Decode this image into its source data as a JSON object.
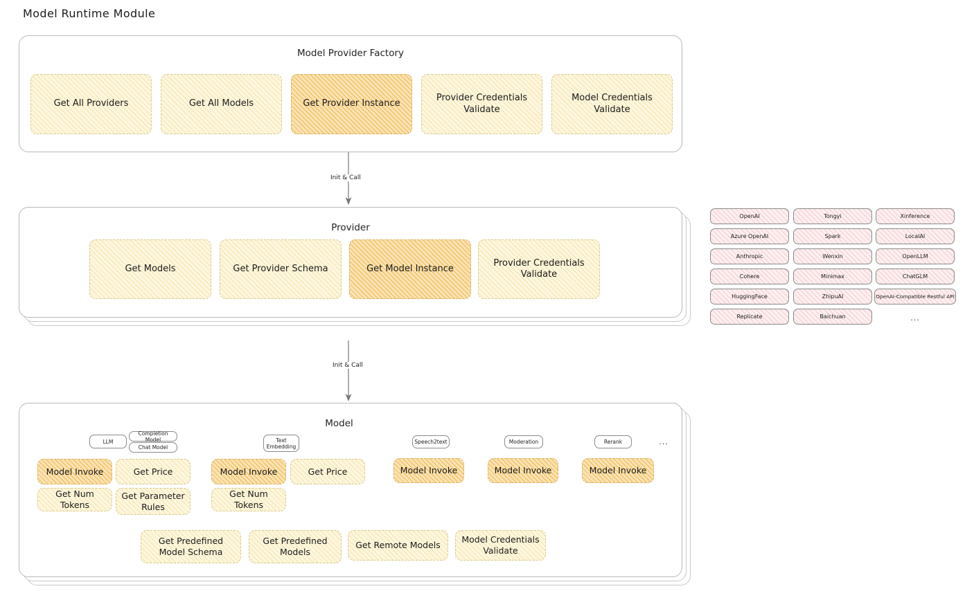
{
  "page": {
    "title": "Model Runtime Module"
  },
  "factory": {
    "title": "Model Provider Factory",
    "nodes": [
      {
        "label": "Get All Providers",
        "highlight": false
      },
      {
        "label": "Get All Models",
        "highlight": false
      },
      {
        "label": "Get Provider Instance",
        "highlight": true
      },
      {
        "label": "Provider Credentials Validate",
        "highlight": false
      },
      {
        "label": "Model Credentials Validate",
        "highlight": false
      }
    ]
  },
  "arrows": [
    {
      "label": "Init & Call"
    },
    {
      "label": "Init & Call"
    }
  ],
  "provider": {
    "title": "Provider",
    "nodes": [
      {
        "label": "Get Models",
        "highlight": false
      },
      {
        "label": "Get Provider Schema",
        "highlight": false
      },
      {
        "label": "Get Model Instance",
        "highlight": true
      },
      {
        "label": "Provider Credentials Validate",
        "highlight": false
      }
    ]
  },
  "provider_list": {
    "columns": [
      [
        "OpenAI",
        "Azure OpenAI",
        "Anthropic",
        "Cohere",
        "HuggingFace",
        "Replicate"
      ],
      [
        "Tongyi",
        "Spark",
        "Wenxin",
        "Minimax",
        "ZhipuAI",
        "Baichuan"
      ],
      [
        "Xinference",
        "LocalAI",
        "OpenLLM",
        "ChatGLM",
        "OpenAI-Compatible Restful API"
      ]
    ],
    "more": "..."
  },
  "model": {
    "title": "Model",
    "more": "...",
    "types": [
      {
        "name": "LLM",
        "sub_badges": [
          "Completion Model",
          "Chat Model"
        ],
        "actions": [
          {
            "label": "Model Invoke",
            "highlight": true
          },
          {
            "label": "Get Price",
            "highlight": false
          },
          {
            "label": "Get Num Tokens",
            "highlight": false
          },
          {
            "label": "Get Parameter Rules",
            "highlight": false
          }
        ]
      },
      {
        "name": "Text Embedding",
        "sub_badges": [],
        "actions": [
          {
            "label": "Model Invoke",
            "highlight": true
          },
          {
            "label": "Get Price",
            "highlight": false
          },
          {
            "label": "Get Num Tokens",
            "highlight": false
          }
        ]
      },
      {
        "name": "Speech2text",
        "sub_badges": [],
        "actions": [
          {
            "label": "Model Invoke",
            "highlight": true
          }
        ]
      },
      {
        "name": "Moderation",
        "sub_badges": [],
        "actions": [
          {
            "label": "Model Invoke",
            "highlight": true
          }
        ]
      },
      {
        "name": "Rerank",
        "sub_badges": [],
        "actions": [
          {
            "label": "Model Invoke",
            "highlight": true
          }
        ]
      }
    ],
    "common_actions": [
      "Get Predefined Model Schema",
      "Get Predefined Models",
      "Get Remote Models",
      "Model Credentials Validate"
    ]
  },
  "colors": {
    "highlight_fill": "#fbe3b4",
    "normal_fill": "#fdf6df",
    "provider_chip_fill": "#fdeff0",
    "badge_fill": "#eaf3fb",
    "border": "#b9b9b9"
  }
}
